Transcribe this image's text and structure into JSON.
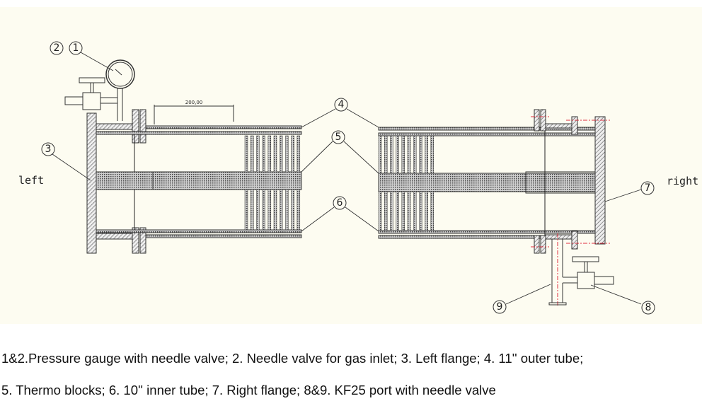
{
  "diagram": {
    "side_labels": {
      "left": "left",
      "right": "right"
    },
    "dimension": "200,00",
    "callouts": [
      "1",
      "2",
      "3",
      "4",
      "5",
      "6",
      "7",
      "8",
      "9"
    ],
    "colors": {
      "background": "#fdfcf1",
      "line": "#333333",
      "hatch": "#555555",
      "centerline": "#e03040"
    }
  },
  "caption": {
    "line1": "1&2.Pressure gauge with needle valve; 2. Needle valve for gas inlet; 3. Left flange; 4. 11'' outer tube;",
    "line2": "5. Thermo blocks; 6. 10'' inner tube; 7. Right flange; 8&9. KF25 port with needle valve"
  }
}
